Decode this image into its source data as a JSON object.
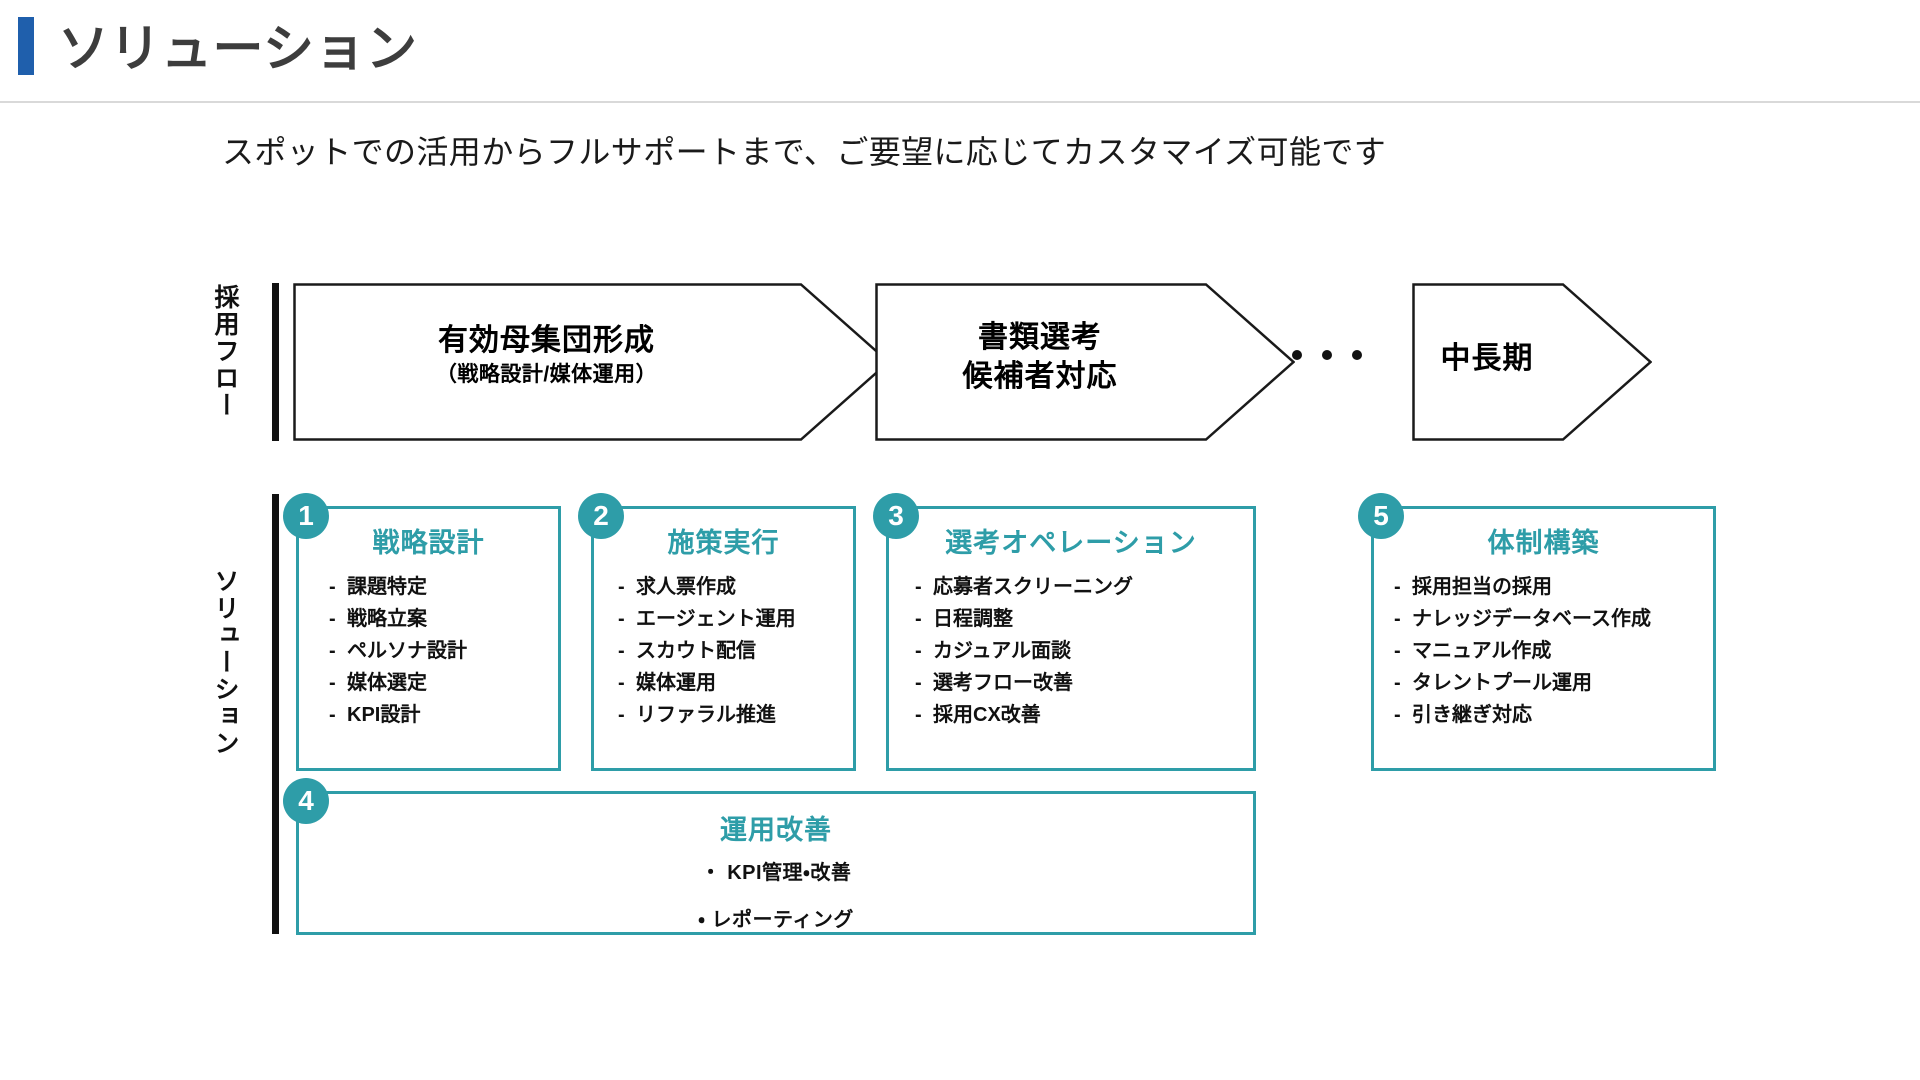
{
  "header": {
    "title": "ソリューション",
    "accent_color": "#1F5FAC"
  },
  "subtitle": "スポットでの活用からフルサポートまで、ご要望に応じてカスタマイズ可能です",
  "theme": {
    "teal": "#2E9DA8",
    "blue": "#1F5FAC",
    "text": "#111111"
  },
  "rails": {
    "flow_label": "採用フロー",
    "solution_label": "ソリューション"
  },
  "flow": {
    "steps": [
      {
        "main": "有効母集団形成",
        "sub": "（戦略設計/媒体運用）"
      },
      {
        "main": "書類選考",
        "sub": "候補者対応"
      },
      {
        "main": "中長期",
        "sub": ""
      }
    ],
    "ellipsis": "・・・"
  },
  "solutions": [
    {
      "number": "1",
      "title": "戦略設計",
      "items": [
        "課題特定",
        "戦略立案",
        "ペルソナ設計",
        "媒体選定",
        "KPI設計"
      ]
    },
    {
      "number": "2",
      "title": "施策実行",
      "items": [
        "求人票作成",
        "エージェント運用",
        "スカウト配信",
        "媒体運用",
        "リファラル推進"
      ]
    },
    {
      "number": "3",
      "title": "選考オペレーション",
      "items": [
        "応募者スクリーニング",
        "日程調整",
        "カジュアル面談",
        "選考フロー改善",
        "採用CX改善"
      ]
    },
    {
      "number": "5",
      "title": "体制構築",
      "items": [
        "採用担当の採用",
        "ナレッジデータベース作成",
        "マニュアル作成",
        "タレントプール運用",
        "引き継ぎ対応"
      ]
    }
  ],
  "solution_wide": {
    "number": "4",
    "title": "運用改善",
    "items": [
      "・ KPI管理・改善",
      "・ レポーティング"
    ]
  }
}
